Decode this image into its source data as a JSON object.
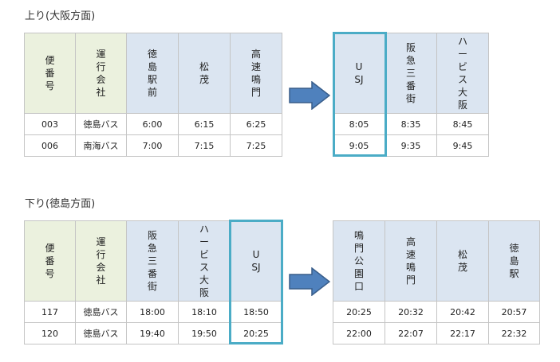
{
  "up": {
    "title": "上り(大阪方面)",
    "left_headers": [
      "便番号",
      "運行会社",
      "徳島駅前",
      "松茂",
      "高速鳴門"
    ],
    "right_headers": [
      "USJ",
      "阪急三番街",
      "ハービス大阪"
    ],
    "rows": [
      {
        "left": [
          "003",
          "徳島バス",
          "6:00",
          "6:15",
          "6:25"
        ],
        "right": [
          "8:05",
          "8:35",
          "8:45"
        ]
      },
      {
        "left": [
          "006",
          "南海バス",
          "7:00",
          "7:15",
          "7:25"
        ],
        "right": [
          "9:05",
          "9:35",
          "9:45"
        ]
      }
    ]
  },
  "down": {
    "title": "下り(徳島方面)",
    "left_headers": [
      "便番号",
      "運行会社",
      "阪急三番街",
      "ハービス大阪",
      "USJ"
    ],
    "right_headers": [
      "鳴門公園口",
      "高速鳴門",
      "松茂",
      "徳島駅"
    ],
    "rows": [
      {
        "left": [
          "117",
          "徳島バス",
          "18:00",
          "18:10",
          "18:50"
        ],
        "right": [
          "20:25",
          "20:32",
          "20:42",
          "20:57"
        ]
      },
      {
        "left": [
          "120",
          "徳島バス",
          "19:40",
          "19:50",
          "20:25"
        ],
        "right": [
          "22:00",
          "22:07",
          "22:17",
          "22:32"
        ]
      }
    ]
  },
  "colors": {
    "header_bg": "#dbe5f1",
    "header_left_bg": "#ebf1de",
    "highlight_border": "#4bacc6",
    "arrow_fill": "#4f81bd"
  },
  "icons": {
    "arrow": "right-arrow-icon"
  }
}
